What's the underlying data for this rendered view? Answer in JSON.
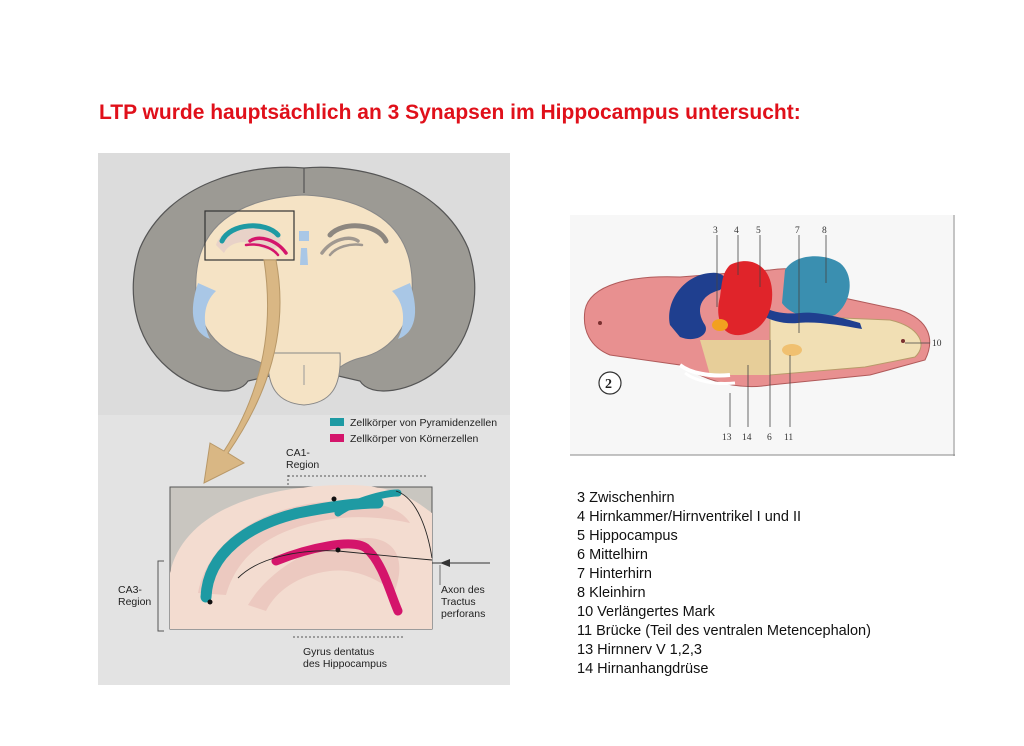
{
  "page": {
    "title": "LTP wurde hauptsächlich an 3 Synapsen im Hippocampus untersucht:"
  },
  "left_figure": {
    "legend": [
      {
        "label": "Zellkörper von Pyramidenzellen",
        "color": "#1e9aa3"
      },
      {
        "label": "Zellkörper von Körnerzellen",
        "color": "#d4156b"
      }
    ],
    "ca1_label_line1": "CA1-",
    "ca1_label_line2": "Region",
    "ca3_label_line1": "CA3-",
    "ca3_label_line2": "Region",
    "axon_label_line1": "Axon des",
    "axon_label_line2": "Tractus",
    "axon_label_line3": "perforans",
    "gyrus_label_line1": "Gyrus dentatus",
    "gyrus_label_line2": "des Hippocampus"
  },
  "right_figure": {
    "badge": "2",
    "top_numbers": [
      "3",
      "4",
      "5",
      "7",
      "8"
    ],
    "bottom_numbers": [
      "13",
      "14",
      "6",
      "11"
    ],
    "side_number": "10"
  },
  "legend_list": [
    "3 Zwischenhirn",
    "4 Hirnkammer/Hirnventrikel I und II",
    "5 Hippocampus",
    "6 Mittelhirn",
    "7 Hinterhirn",
    "8 Kleinhirn",
    "10 Verlängertes Mark",
    "11 Brücke (Teil des ventralen Metencephalon)",
    "13 Hirnnerv V 1,2,3",
    "14 Hirnanhangdrüse"
  ],
  "colors": {
    "title": "#e0101a",
    "pyramidal": "#1e9aa3",
    "granule": "#d4156b"
  }
}
